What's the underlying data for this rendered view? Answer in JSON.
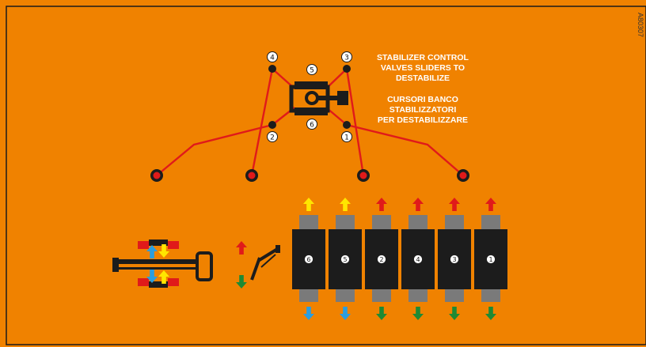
{
  "colors": {
    "background": "#f08200",
    "border": "#1a1a1a",
    "wire": "#e01a1a",
    "body": "#1c1c1c",
    "slider_cap": "#7a7a7a",
    "arrow_yellow": "#ffe600",
    "arrow_red": "#e01a1a",
    "arrow_blue": "#2a9ee0",
    "arrow_green": "#1e8a34"
  },
  "side_code": "A80307",
  "title_en": {
    "line1": "STABILIZER CONTROL",
    "line2": "VALVES SLIDERS TO",
    "line3": "DESTABILIZE"
  },
  "title_it": {
    "line1": "CURSORI BANCO",
    "line2": "STABILIZZATORI",
    "line3": "PER DESTABILIZZARE"
  },
  "stabilizer_labels": [
    "4",
    "3",
    "5",
    "6",
    "2",
    "1"
  ],
  "sliders": [
    {
      "label": "6",
      "top_arrow": "yellow-up-arrow",
      "bottom_arrow": "blue-down-arrow"
    },
    {
      "label": "5",
      "top_arrow": "yellow-up-arrow",
      "bottom_arrow": "blue-down-arrow"
    },
    {
      "label": "2",
      "top_arrow": "red-up-arrow",
      "bottom_arrow": "green-down-arrow"
    },
    {
      "label": "4",
      "top_arrow": "red-up-arrow",
      "bottom_arrow": "green-down-arrow"
    },
    {
      "label": "3",
      "top_arrow": "red-up-arrow",
      "bottom_arrow": "green-down-arrow"
    },
    {
      "label": "1",
      "top_arrow": "red-up-arrow",
      "bottom_arrow": "green-down-arrow"
    }
  ]
}
